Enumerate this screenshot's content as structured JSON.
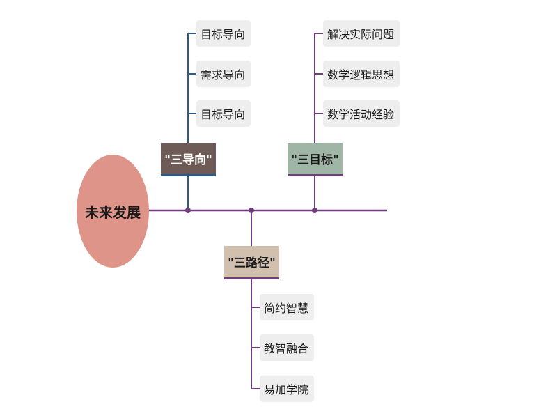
{
  "colors": {
    "root_fill": "#df948a",
    "spine": "#6e3f7a",
    "branch1_fill": "#6e5a56",
    "branch1_line": "#2d5a8c",
    "branch2_fill": "#9fb5a6",
    "branch2_line": "#6e3f7a",
    "branch3_fill": "#d2c0ae",
    "branch3_line": "#6e3f7a",
    "leaf_fill": "#eeeeee"
  },
  "root": {
    "label": "未来发展"
  },
  "branches": [
    {
      "label": "\"三导向\"",
      "leaves": [
        "目标导向",
        "需求导向",
        "目标导向"
      ]
    },
    {
      "label": "\"三目标\"",
      "leaves": [
        "解决实际问题",
        "数学逻辑思想",
        "数学活动经验"
      ]
    },
    {
      "label": "\"三路径\"",
      "leaves": [
        "简约智慧",
        "教智融合",
        "易加学院"
      ]
    }
  ]
}
